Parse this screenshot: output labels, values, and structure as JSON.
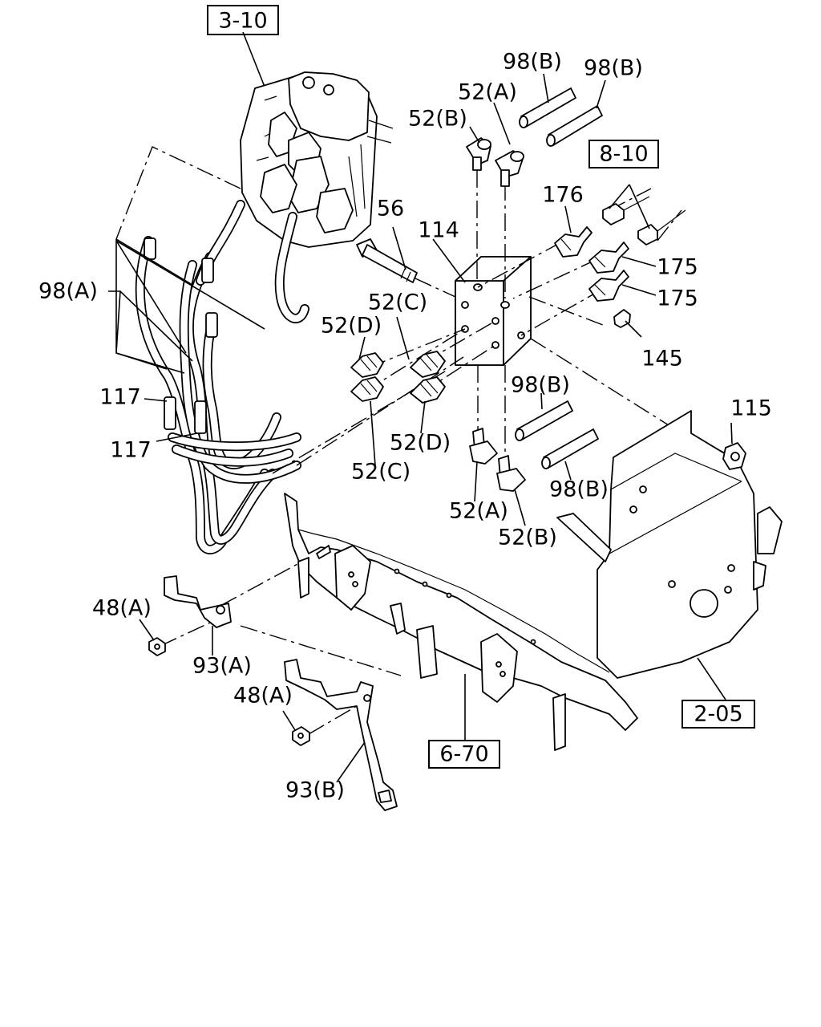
{
  "references": {
    "ref_3_10": "3-10",
    "ref_8_10": "8-10",
    "ref_2_05": "2-05",
    "ref_6_70": "6-70"
  },
  "callouts": {
    "c_98b_top_left": "98(B)",
    "c_98b_top_right": "98(B)",
    "c_52a_top": "52(A)",
    "c_52b_top": "52(B)",
    "c_56": "56",
    "c_114": "114",
    "c_176": "176",
    "c_175_upper": "175",
    "c_175_lower": "175",
    "c_145": "145",
    "c_98a": "98(A)",
    "c_52c_upper": "52(C)",
    "c_52d_upper": "52(D)",
    "c_117_upper": "117",
    "c_117_lower": "117",
    "c_98b_mid": "98(B)",
    "c_52d_lower": "52(D)",
    "c_52c_lower": "52(C)",
    "c_115": "115",
    "c_98b_lower": "98(B)",
    "c_52a_lower": "52(A)",
    "c_52b_lower": "52(B)",
    "c_48a_upper": "48(A)",
    "c_93a": "93(A)",
    "c_48a_lower": "48(A)",
    "c_93b": "93(B)"
  }
}
